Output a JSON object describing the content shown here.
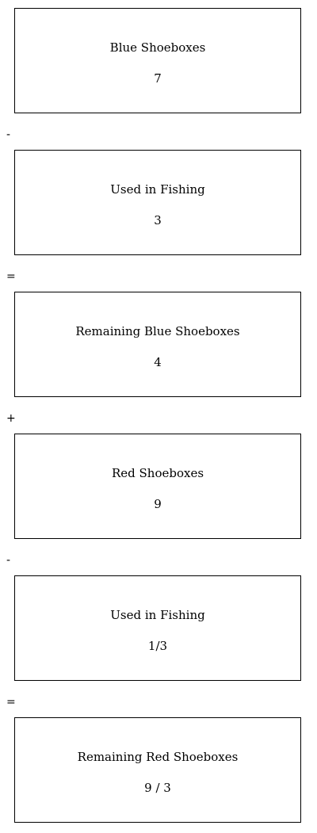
{
  "steps": [
    {
      "label": "Blue Shoeboxes",
      "value": "7"
    },
    {
      "label": "Used in Fishing",
      "value": "3"
    },
    {
      "label": "Remaining Blue Shoeboxes",
      "value": "4"
    },
    {
      "label": "Red Shoeboxes",
      "value": "9"
    },
    {
      "label": "Used in Fishing",
      "value": "1/3"
    },
    {
      "label": "Remaining Red Shoeboxes",
      "value": "9 / 3"
    }
  ],
  "operators": [
    "-",
    "=",
    "+",
    "-",
    "="
  ]
}
